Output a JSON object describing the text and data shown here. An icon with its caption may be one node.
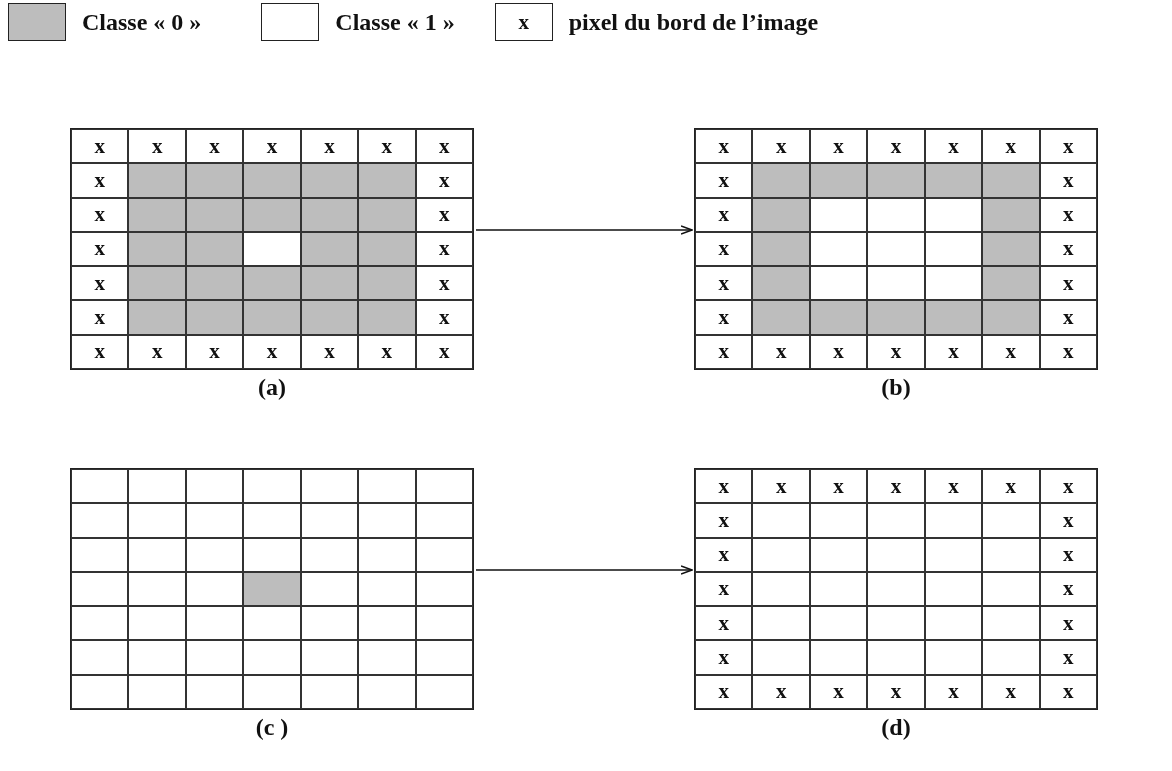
{
  "diagram": {
    "nodes": [
      {
        "text": [
          "x",
          "x",
          "x",
          "x",
          "x",
          "x",
          "x",
          "x",
          "x",
          "x",
          "x",
          "x",
          "x",
          "x",
          "x",
          "x",
          "x",
          "x",
          "x",
          "x",
          "x",
          "x",
          "x",
          "x"
        ],
        "beside": [
          "(a)"
        ]
      },
      {
        "text": [
          "x",
          "x",
          "x",
          "x",
          "x",
          "x",
          "x",
          "x",
          "x",
          "x",
          "x",
          "x",
          "x",
          "x",
          "x",
          "x",
          "x",
          "x",
          "x",
          "x",
          "x",
          "x",
          "x",
          "x"
        ],
        "beside": [
          "(b)"
        ]
      },
      {
        "text": [],
        "shape": "box",
        "beside": [
          "(c )"
        ]
      },
      {
        "text": [
          "x",
          "x",
          "x",
          "x",
          "x",
          "x",
          "x",
          "x",
          "x",
          "x",
          "x",
          "x",
          "x",
          "x",
          "x",
          "x",
          "x",
          "x",
          "x",
          "x",
          "x",
          "x",
          "x",
          "x"
        ],
        "beside": [
          "(d)"
        ]
      }
    ],
    "edges": [
      {
        "from": 0,
        "to": 1,
        "arrow": "to"
      },
      {
        "from": 2,
        "to": 3,
        "arrow": "to"
      }
    ],
    "labels": [
      "x"
    ],
    "legend": [
      {
        "text": "Classe « 0 »",
        "color": "#bdbdbd"
      },
      {
        "text": "Classe « 1 »",
        "color": "#ffffff"
      },
      {
        "text": "pixel du bord de l’image"
      }
    ]
  }
}
